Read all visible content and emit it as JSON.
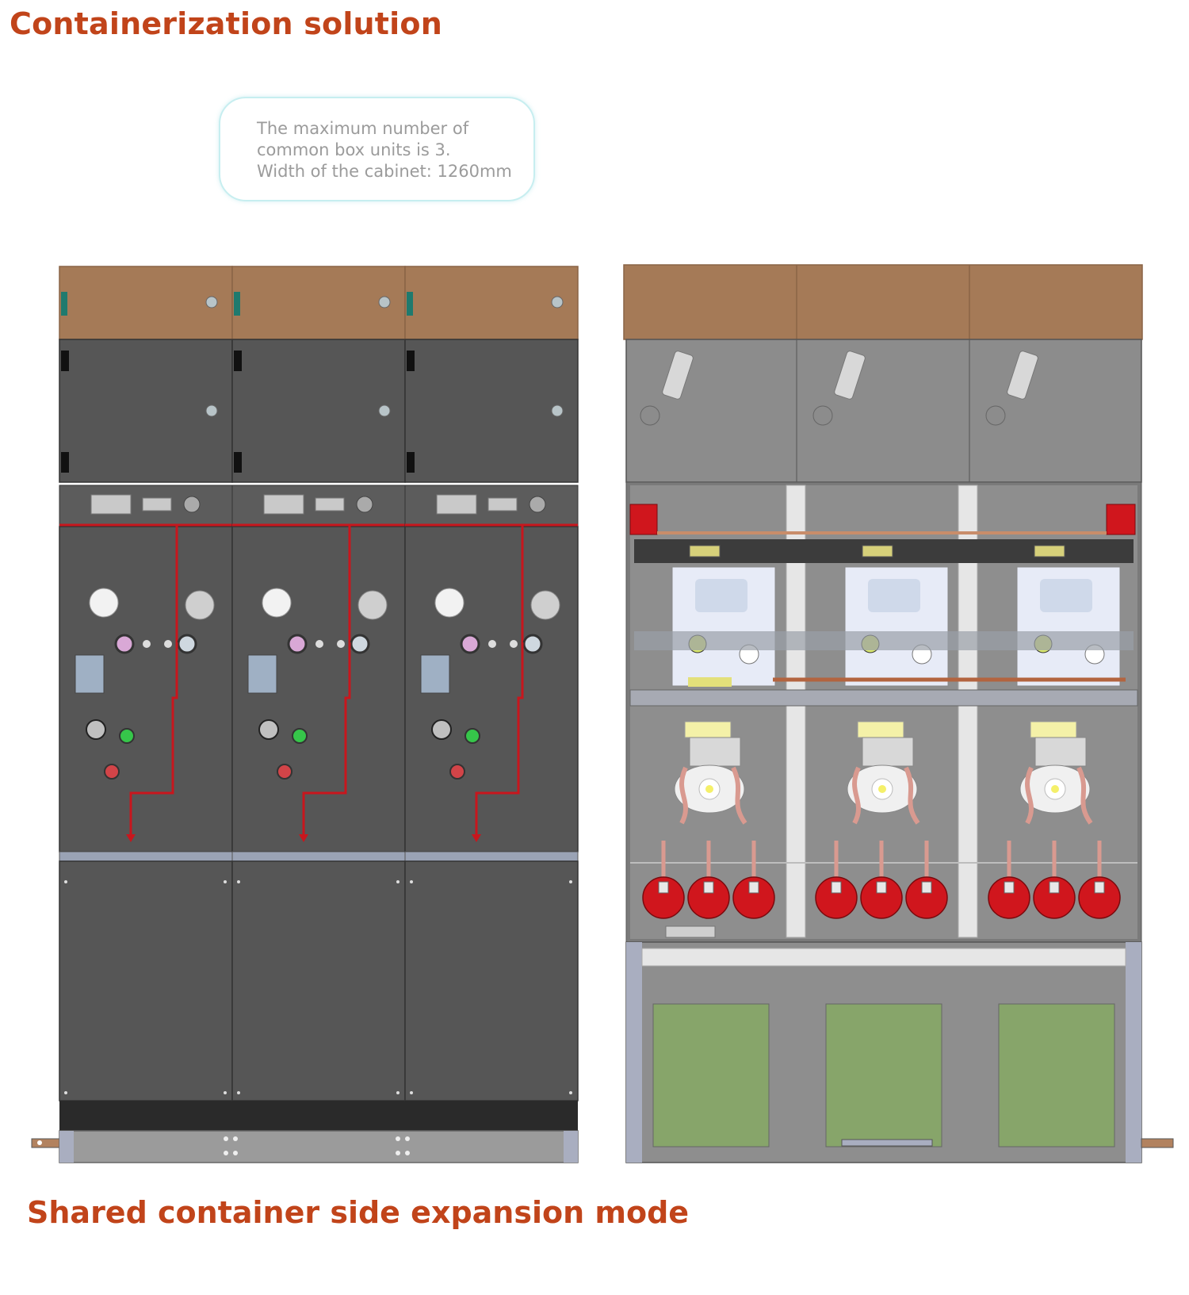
{
  "header": {
    "title": "Containerization solution"
  },
  "callout": {
    "lines": [
      "The maximum number of",
      "common box units is 3.",
      "Width of the cabinet: 1260mm"
    ]
  },
  "footer": {
    "caption": "Shared container side expansion mode"
  },
  "colors": {
    "accent": "#c1441a",
    "top_box": "#a57a57",
    "front_panel": "#565656",
    "busline": "#c8161d",
    "insulator": "#d0161d",
    "green_panel": "#87a56a"
  }
}
